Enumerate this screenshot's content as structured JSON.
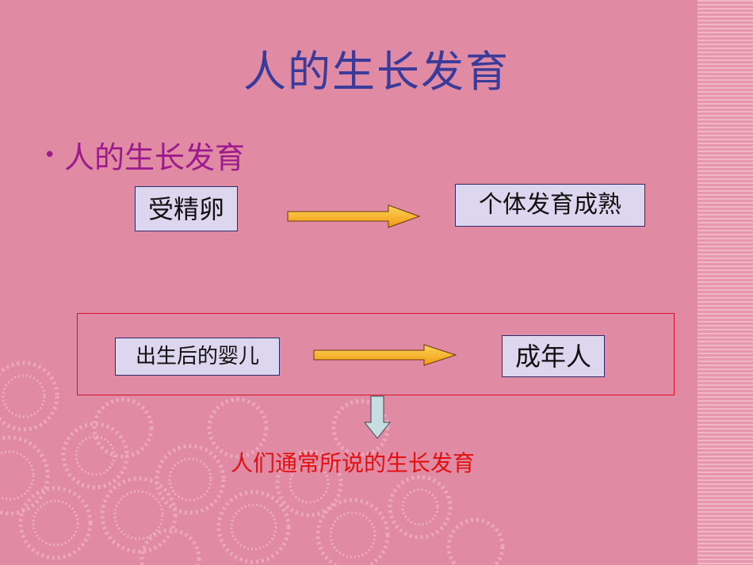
{
  "slide": {
    "title": "人的生长发育",
    "bullet": {
      "marker": "•",
      "text": "人的生长发育"
    },
    "flow1": {
      "from": "受精卵",
      "to": "个体发育成熟"
    },
    "flow2": {
      "from": "出生后的婴儿",
      "to": "成年人"
    },
    "caption": "人们通常所说的生长发育"
  },
  "colors": {
    "background": "#e08aa4",
    "title": "#3a3a9a",
    "bullet": "#9c1a8c",
    "box_fill": "#dcd6ee",
    "arrow_fill": "#f6a91a",
    "frame": "#d4142c",
    "caption": "#e31010",
    "down_arrow_fill": "#c6dde2"
  }
}
